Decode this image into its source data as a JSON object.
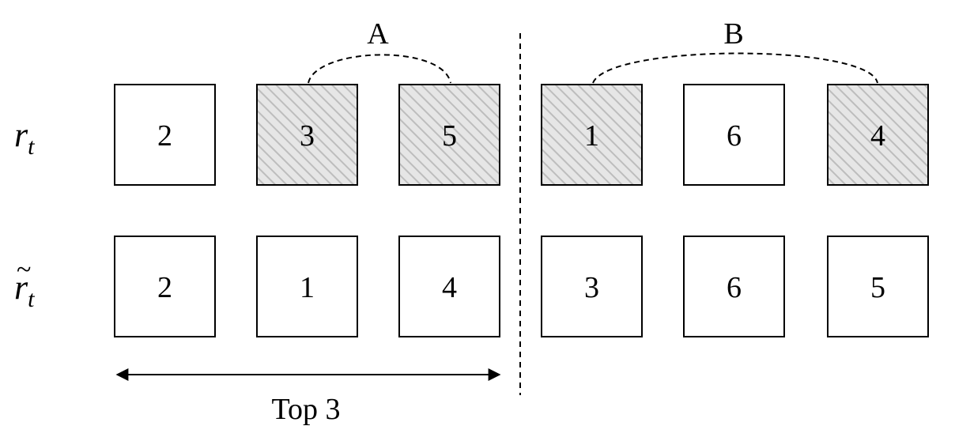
{
  "rows": [
    {
      "label_base": "r",
      "label_sub": "t",
      "label_accent": "",
      "cells": [
        {
          "value": "2",
          "hatched": false
        },
        {
          "value": "3",
          "hatched": true
        },
        {
          "value": "5",
          "hatched": true
        },
        {
          "value": "1",
          "hatched": true
        },
        {
          "value": "6",
          "hatched": false
        },
        {
          "value": "4",
          "hatched": true
        }
      ]
    },
    {
      "label_base": "r",
      "label_sub": "t",
      "label_accent": "~",
      "cells": [
        {
          "value": "2",
          "hatched": false
        },
        {
          "value": "1",
          "hatched": false
        },
        {
          "value": "4",
          "hatched": false
        },
        {
          "value": "3",
          "hatched": false
        },
        {
          "value": "6",
          "hatched": false
        },
        {
          "value": "5",
          "hatched": false
        }
      ]
    }
  ],
  "groups": {
    "a_label": "A",
    "b_label": "B"
  },
  "caption": "Top 3",
  "colors": {
    "hatch_fill": "#e6e6e6",
    "hatch_stripe": "#bdbdbd",
    "stroke": "#000000"
  }
}
